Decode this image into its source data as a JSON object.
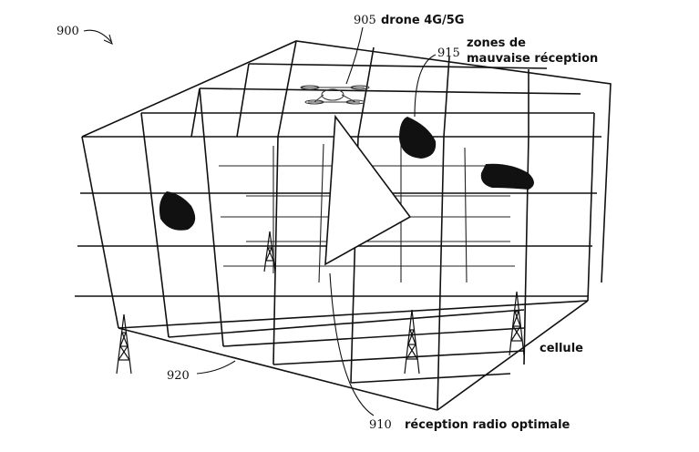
{
  "figure": {
    "ref_900": "900",
    "ref_905": "905",
    "label_drone": "drone 4G/5G",
    "ref_915": "915",
    "label_zones_line1": "zones de",
    "label_zones_line2": "mauvaise réception",
    "label_cellule": "cellule",
    "ref_920": "920",
    "ref_910": "910",
    "label_reception": "réception radio optimale"
  },
  "icons": [
    "drone-icon",
    "cell-tower-icon",
    "weak-signal-zone"
  ],
  "colors": {
    "ink": "#111111",
    "background": "#ffffff"
  }
}
